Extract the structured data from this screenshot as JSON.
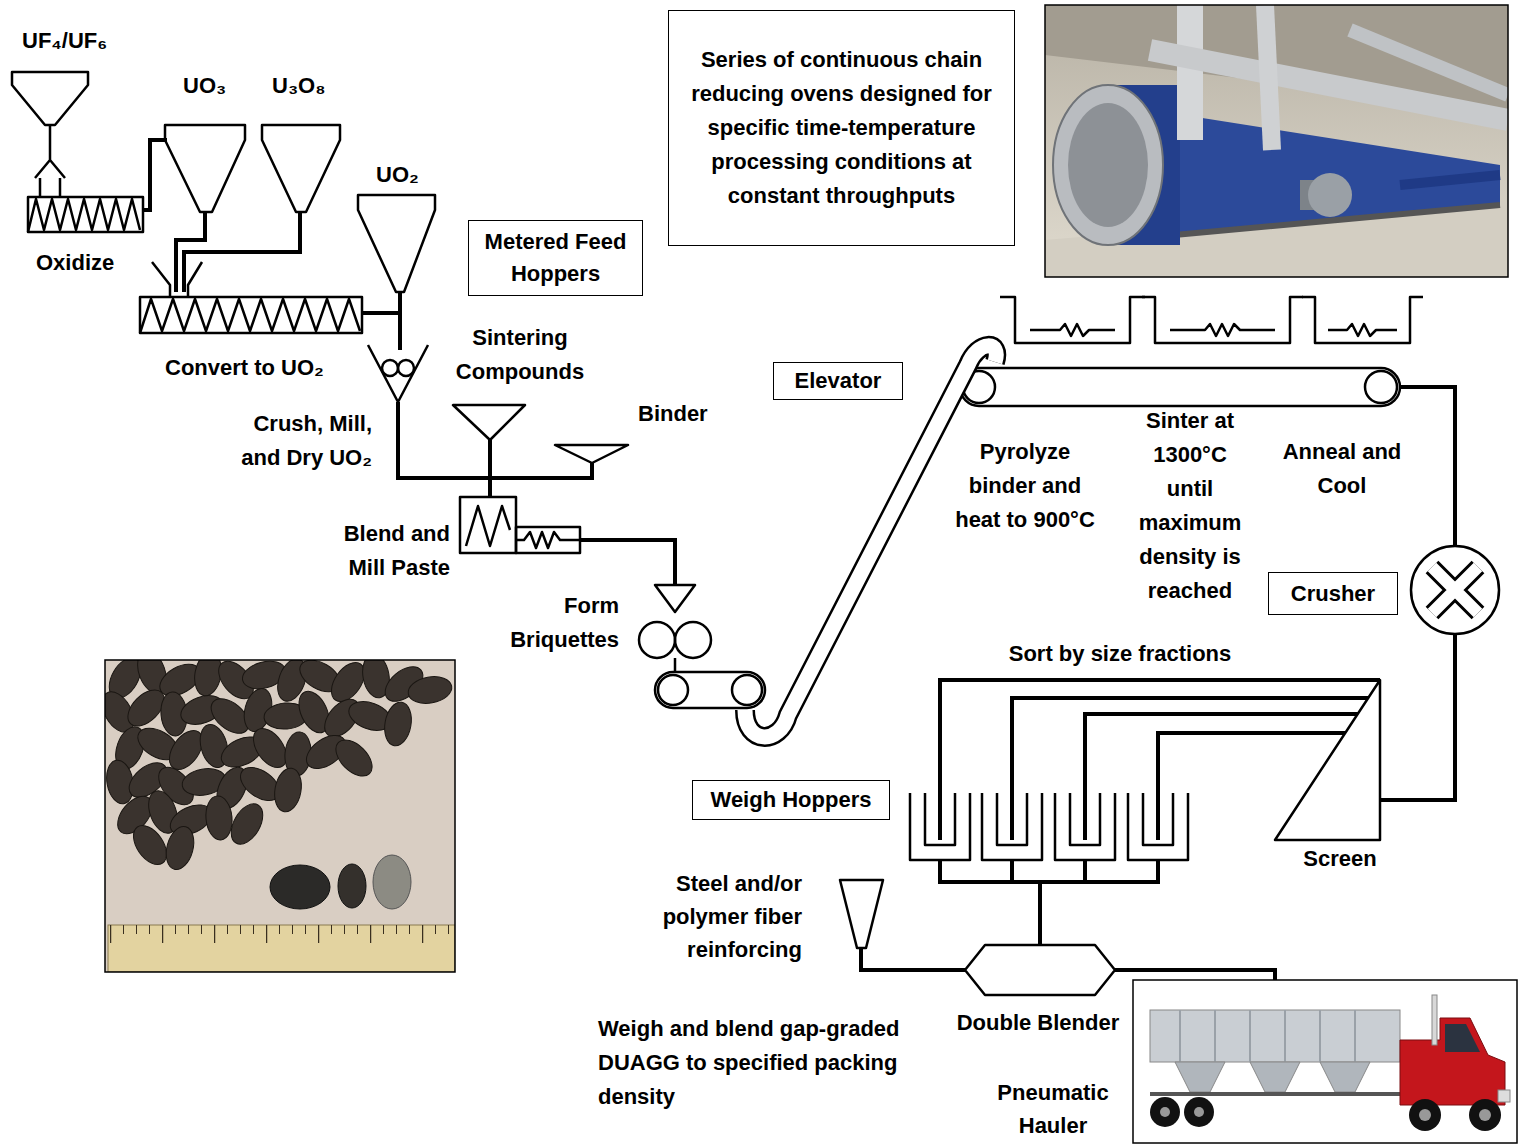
{
  "diagram": {
    "nodes": [
      {
        "text": [
          "Series of continuous chain reducing ovens designed for specific time-temperature processing conditions at constant throughputs"
        ]
      },
      {
        "text": [
          "Metered Feed Hoppers"
        ]
      },
      {
        "text": [
          "Elevator"
        ]
      },
      {
        "text": [
          "Crusher"
        ]
      },
      {
        "text": [
          "Weigh Hoppers"
        ]
      }
    ],
    "labels": [
      "UF₄/UF₆",
      "UO₃",
      "U₃O₈",
      "Oxidize",
      "UO₂",
      "Convert to UO₂",
      "Crush, Mill, and Dry UO₂",
      "Sintering Compounds",
      "Binder",
      "Blend and Mill Paste",
      "Form Briquettes",
      "Pyrolyze binder and heat to 900°C",
      "Sinter at 1300°C until maximum density is reached",
      "Anneal and Cool",
      "Sort by size fractions",
      "Screen",
      "Steel and/or polymer fiber reinforcing",
      "Weigh and blend gap-graded DUAGG to specified packing density",
      "Double Blender",
      "Pneumatic Hauler"
    ]
  }
}
